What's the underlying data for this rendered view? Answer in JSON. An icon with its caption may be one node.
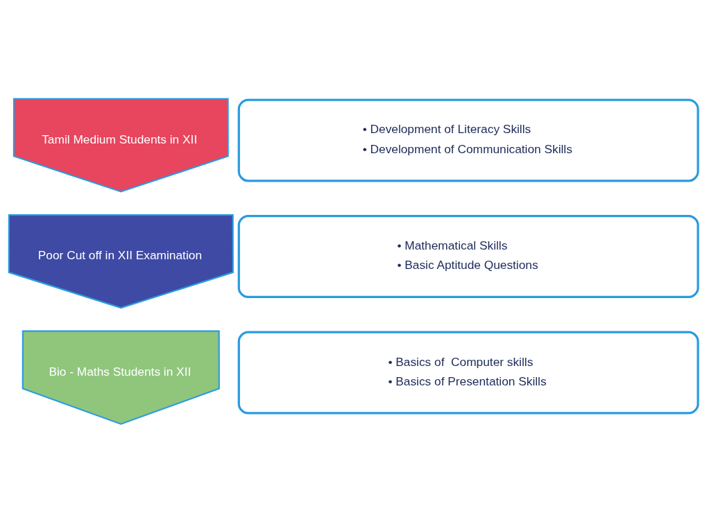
{
  "diagram": {
    "nodes": [
      {
        "text": [
          "Tamil Medium Students in XII"
        ]
      },
      {
        "text": [
          "• Development of Literacy Skills",
          "• Development of Communication Skills"
        ]
      },
      {
        "text": [
          "Poor Cut off in XII Examination"
        ]
      },
      {
        "text": [
          "• Mathematical Skills",
          "• Basic Aptitude Questions"
        ]
      },
      {
        "text": [
          "Bio - Maths Students in XII"
        ]
      },
      {
        "text": [
          "• Basics of  Computer skills",
          "• Basics of Presentation Skills"
        ]
      }
    ]
  }
}
